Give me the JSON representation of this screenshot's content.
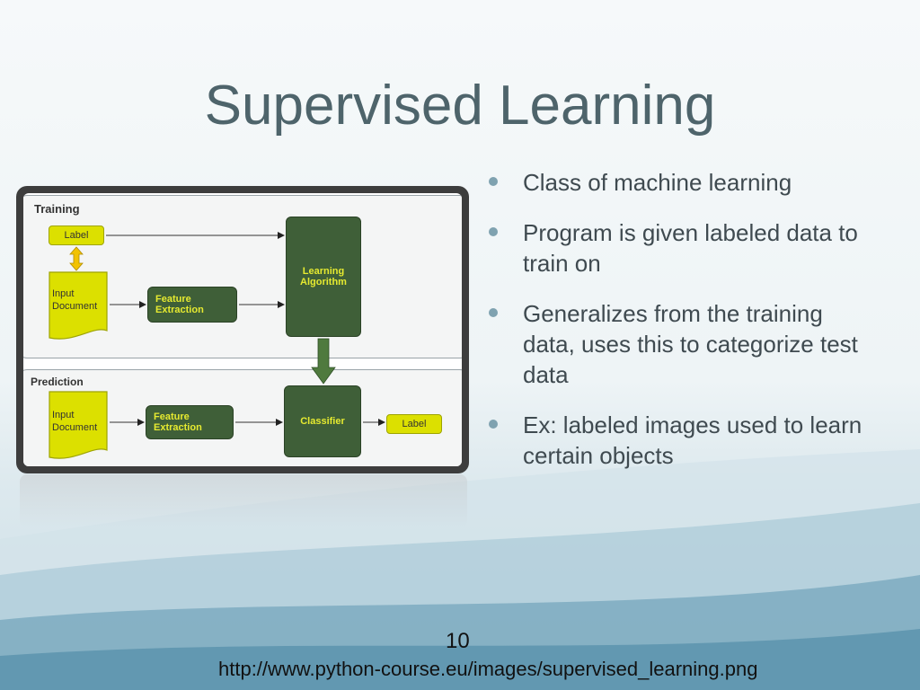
{
  "slide": {
    "title": "Supervised Learning",
    "bullets": [
      "Class of machine learning",
      "Program is given labeled data to train on",
      "Generalizes from the training data, uses this to categorize test data",
      "Ex: labeled images used to learn certain objects"
    ],
    "page_number": "10",
    "source_url": "http://www.python-course.eu/images/supervised_learning.png"
  },
  "diagram": {
    "training": {
      "title": "Training",
      "label": "Label",
      "input_document": [
        "Input",
        "Document"
      ],
      "feature_extraction": [
        "Feature",
        "Extraction"
      ],
      "learning_algorithm": [
        "Learning",
        "Algorithm"
      ]
    },
    "prediction": {
      "title": "Prediction",
      "input_document": [
        "Input",
        "Document"
      ],
      "feature_extraction": [
        "Feature",
        "Extraction"
      ],
      "classifier": "Classifier",
      "label": "Label"
    }
  },
  "colors": {
    "title": "#4e646b",
    "bullet": "#7fa2b0",
    "yellow_box": "#dce000",
    "green_box": "#3f5f38"
  }
}
